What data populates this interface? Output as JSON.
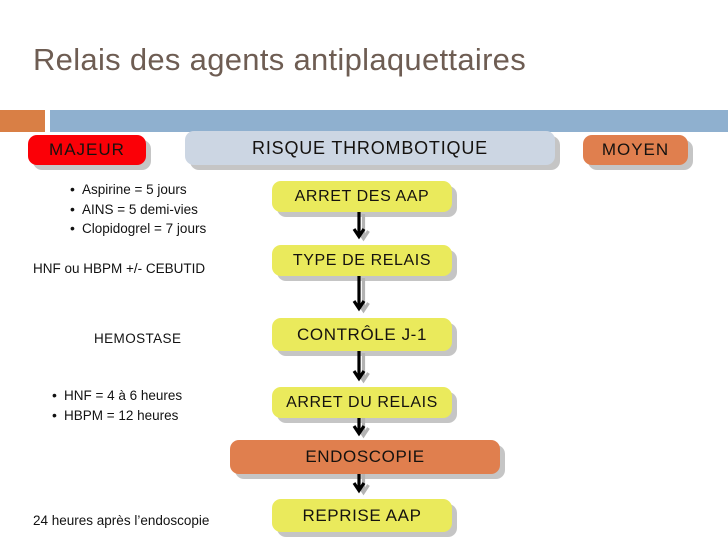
{
  "slide": {
    "title": "Relais des agents antiplaquettaires"
  },
  "risk_levels": {
    "major_label": "MAJEUR",
    "center_label": "RISQUE THROMBOTIQUE",
    "medium_label": "MOYEN"
  },
  "flow_steps": [
    {
      "label": "ARRET DES AAP"
    },
    {
      "label": "TYPE DE RELAIS"
    },
    {
      "label": "CONTRÔLE J-1"
    },
    {
      "label": "ARRET DU RELAIS"
    },
    {
      "label": "ENDOSCOPIE"
    },
    {
      "label": "REPRISE AAP"
    }
  ],
  "notes": {
    "stop_aap_bullets": [
      "Aspirine = 5 jours",
      "AINS = 5 demi-vies",
      "Clopidogrel = 7 jours"
    ],
    "relay_type": "HNF ou HBPM +/- CEBUTID",
    "control": "HEMOSTASE",
    "stop_relay_bullets": [
      "HNF = 4 à 6 heures",
      "HBPM = 12 heures"
    ],
    "resume": "24 heures après l’endoscopie"
  },
  "colors": {
    "yellow": "#eaea5c",
    "orange": "#e07f4e",
    "red": "#fb0007",
    "blue_gray": "#ccd6e3",
    "band_blue": "#8fb0cf",
    "band_orange": "#d97f45",
    "title": "#6e5d53"
  }
}
